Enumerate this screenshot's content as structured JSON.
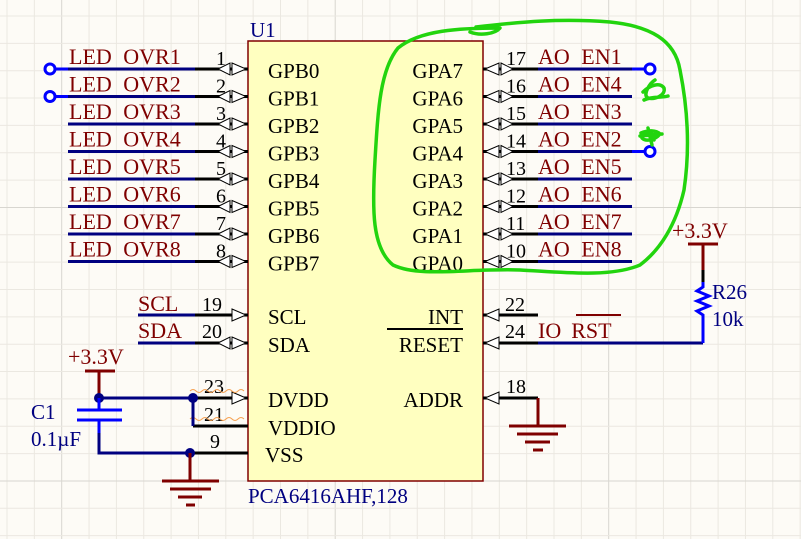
{
  "component": {
    "designator": "U1",
    "part": "PCA6416AHF,128",
    "fill_color": "#ffffc0",
    "border_color": "#800000",
    "left_pins": [
      {
        "num": "1",
        "name": "GPB0",
        "net": "LED OVR1",
        "port": true
      },
      {
        "num": "2",
        "name": "GPB1",
        "net": "LED OVR2",
        "port": true
      },
      {
        "num": "3",
        "name": "GPB2",
        "net": "LED OVR3",
        "port": false
      },
      {
        "num": "4",
        "name": "GPB3",
        "net": "LED OVR4",
        "port": false
      },
      {
        "num": "5",
        "name": "GPB4",
        "net": "LED OVR5",
        "port": false
      },
      {
        "num": "6",
        "name": "GPB5",
        "net": "LED OVR6",
        "port": false
      },
      {
        "num": "7",
        "name": "GPB6",
        "net": "LED OVR7",
        "port": false
      },
      {
        "num": "8",
        "name": "GPB7",
        "net": "LED OVR8",
        "port": false
      }
    ],
    "right_pins": [
      {
        "num": "17",
        "name": "GPA7",
        "net": "AO EN1",
        "port": true
      },
      {
        "num": "16",
        "name": "GPA6",
        "net": "AO EN4",
        "port": false
      },
      {
        "num": "15",
        "name": "GPA5",
        "net": "AO EN3",
        "port": false
      },
      {
        "num": "14",
        "name": "GPA4",
        "net": "AO EN2",
        "port": true
      },
      {
        "num": "13",
        "name": "GPA3",
        "net": "AO EN5",
        "port": false
      },
      {
        "num": "12",
        "name": "GPA2",
        "net": "AO EN6",
        "port": false
      },
      {
        "num": "11",
        "name": "GPA1",
        "net": "AO EN7",
        "port": false
      },
      {
        "num": "10",
        "name": "GPA0",
        "net": "AO EN8",
        "port": false
      }
    ],
    "bus_pins": [
      {
        "num": "19",
        "name": "SCL",
        "net": "SCL"
      },
      {
        "num": "20",
        "name": "SDA",
        "net": "SDA"
      }
    ],
    "int_pin": {
      "num": "22",
      "name": "INT"
    },
    "reset_pin": {
      "num": "24",
      "name": "RESET",
      "net_prefix": "IO",
      "net_suffix": "RST"
    },
    "power_pins": [
      {
        "num": "23",
        "name": "DVDD"
      },
      {
        "num": "21",
        "name": "VDDIO"
      },
      {
        "num": "9",
        "name": "VSS"
      }
    ],
    "addr_pin": {
      "num": "18",
      "name": "ADDR"
    }
  },
  "capacitor": {
    "designator": "C1",
    "value": "0.1µF"
  },
  "resistor": {
    "designator": "R26",
    "value": "10k"
  },
  "power_rails": {
    "left": "+3.3V",
    "right": "+3.3V"
  },
  "colors": {
    "net_label": "#7f0000",
    "wire": "#000080",
    "port": "#0000ff",
    "annotation": "#22d40e",
    "grid": "#ebe8e1",
    "grid_major": "#d8d6d0",
    "background": "#fdfbf6"
  },
  "annotations": {
    "circled_region": "GPA pins + AO EN nets",
    "crossed_marks": [
      "AO EN4",
      "AO EN2"
    ]
  }
}
